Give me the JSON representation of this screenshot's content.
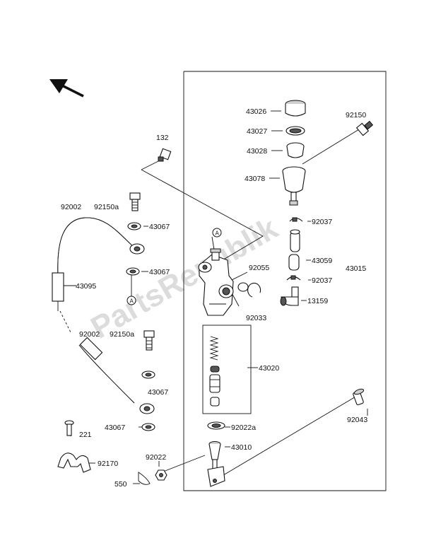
{
  "watermark": "PartsRepublik",
  "callouts": {
    "A_top": "A",
    "A_left": "A"
  },
  "labels": [
    {
      "id": "p43026",
      "text": "43026"
    },
    {
      "id": "p43027",
      "text": "43027"
    },
    {
      "id": "p43028",
      "text": "43028"
    },
    {
      "id": "p92150_top",
      "text": "92150"
    },
    {
      "id": "p132",
      "text": "132"
    },
    {
      "id": "p43078",
      "text": "43078"
    },
    {
      "id": "p92002_top",
      "text": "92002"
    },
    {
      "id": "p92150a_top",
      "text": "92150a"
    },
    {
      "id": "p43067_1",
      "text": "43067"
    },
    {
      "id": "p92037_1",
      "text": "92037"
    },
    {
      "id": "p43059",
      "text": "43059"
    },
    {
      "id": "p43015",
      "text": "43015"
    },
    {
      "id": "p43067_2",
      "text": "43067"
    },
    {
      "id": "p92055",
      "text": "92055"
    },
    {
      "id": "p92037_2",
      "text": "92037"
    },
    {
      "id": "p43095",
      "text": "43095"
    },
    {
      "id": "p13159",
      "text": "13159"
    },
    {
      "id": "p92033",
      "text": "92033"
    },
    {
      "id": "p92002_mid",
      "text": "92002"
    },
    {
      "id": "p92150a_mid",
      "text": "92150a"
    },
    {
      "id": "p43020",
      "text": "43020"
    },
    {
      "id": "p43067_3",
      "text": "43067"
    },
    {
      "id": "p92043",
      "text": "92043"
    },
    {
      "id": "p221",
      "text": "221"
    },
    {
      "id": "p43067_4",
      "text": "43067"
    },
    {
      "id": "p92022a",
      "text": "92022a"
    },
    {
      "id": "p43010",
      "text": "43010"
    },
    {
      "id": "p92170",
      "text": "92170"
    },
    {
      "id": "p92022",
      "text": "92022"
    },
    {
      "id": "p550",
      "text": "550"
    }
  ]
}
